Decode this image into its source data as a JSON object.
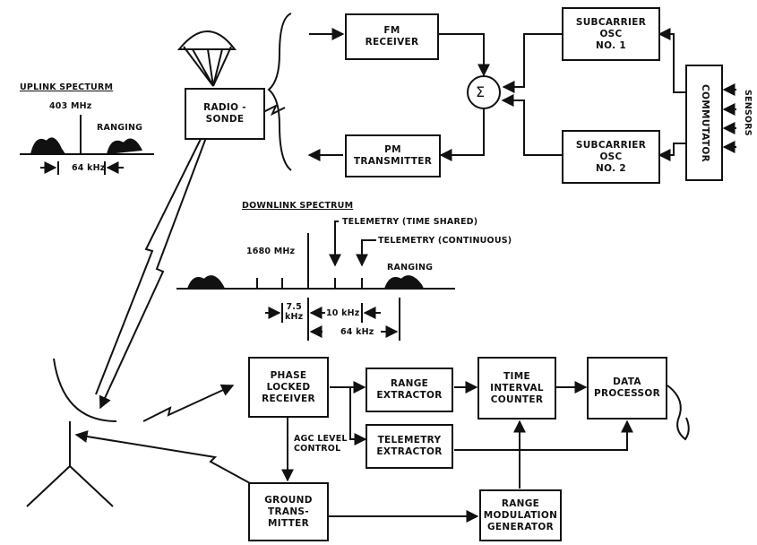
{
  "blocks": {
    "radiosonde": "RADIO -\nSONDE",
    "fm_receiver": "FM\nRECEIVER",
    "pm_transmitter": "PM\nTRANSMITTER",
    "subcarrier_osc_1": "SUBCARRIER\nOSC\nNO. 1",
    "subcarrier_osc_2": "SUBCARRIER\nOSC\nNO. 2",
    "commutator": "COMMUTATOR",
    "phase_locked_receiver": "PHASE\nLOCKED\nRECEIVER",
    "range_extractor": "RANGE\nEXTRACTOR",
    "telemetry_extractor": "TELEMETRY\nEXTRACTOR",
    "time_interval_counter": "TIME\nINTERVAL\nCOUNTER",
    "data_processor": "DATA\nPROCESSOR",
    "ground_transmitter": "GROUND\nTRANS-\nMITTER",
    "range_modulation_generator": "RANGE\nMODULATION\nGENERATOR"
  },
  "summer_symbol": "Σ",
  "sensors_label": "SENSORS",
  "uplink": {
    "title": "UPLINK SPECTURM",
    "frequency": "403 MHz",
    "ranging": "RANGING",
    "bandwidth": "64 kHz"
  },
  "downlink": {
    "title": "DOWNLINK SPECTRUM",
    "frequency": "1680 MHz",
    "telemetry_time_shared": "TELEMETRY (TIME SHARED)",
    "telemetry_continuous": "TELEMETRY (CONTINUOUS)",
    "ranging": "RANGING",
    "spacing_7_5": "7.5\nkHz",
    "spacing_10": "10 kHz",
    "bandwidth": "64 kHz"
  },
  "agc_label": "AGC LEVEL\nCONTROL"
}
